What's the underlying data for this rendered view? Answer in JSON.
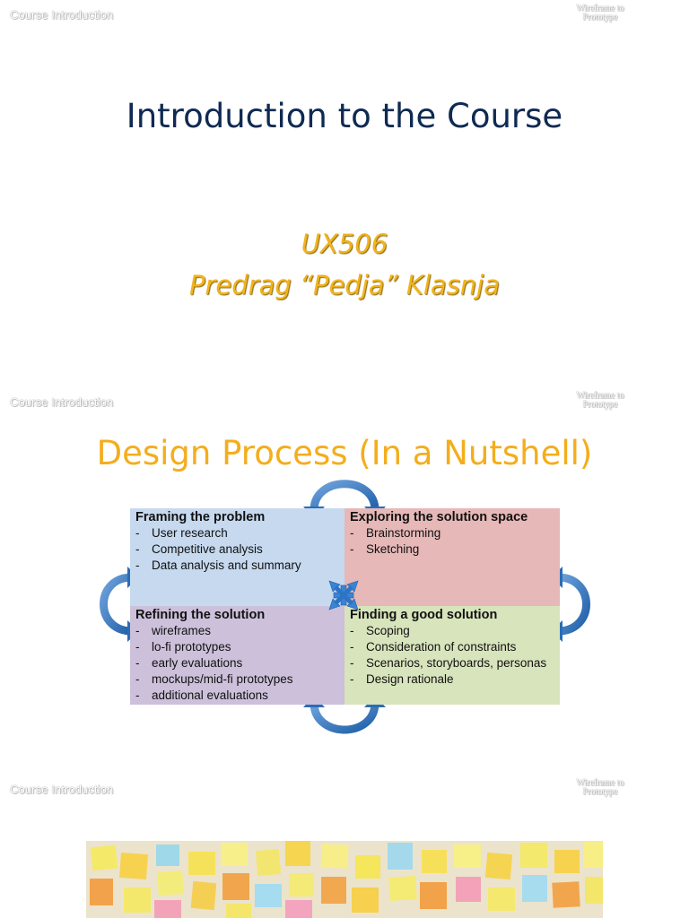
{
  "header": {
    "left_label": "Course Introduction",
    "right_label_line1": "Wireframe to",
    "right_label_line2": "Prototype"
  },
  "slide1": {
    "title": "Introduction to the Course",
    "course_code": "UX506",
    "instructor": "Predrag “Pedja” Klasnja"
  },
  "slide2": {
    "title": "Design Process (In a Nutshell)",
    "quadrants": [
      {
        "heading": "Framing the problem",
        "items": [
          "User research",
          "Competitive analysis",
          "Data analysis and summary"
        ],
        "color": "#c6d9ef"
      },
      {
        "heading": "Exploring the solution space",
        "items": [
          "Brainstorming",
          "Sketching"
        ],
        "color": "#e6b8b7"
      },
      {
        "heading": "Refining the solution",
        "items": [
          "wireframes",
          "lo-fi prototypes",
          "early evaluations",
          "mockups/mid-fi prototypes",
          "additional evaluations"
        ],
        "color": "#ccc0da"
      },
      {
        "heading": "Finding a good solution",
        "items": [
          "Scoping",
          "Consideration of constraints",
          "Scenarios, storyboards, personas",
          "Design rationale"
        ],
        "color": "#d8e4bc"
      }
    ],
    "icons": [
      "circular-arrow-icon",
      "cross-arrows-icon"
    ]
  },
  "slide3": {
    "image": "sticky-notes-photo"
  },
  "colors": {
    "title_navy": "#0f2a52",
    "accent_gold": "#f2b31c",
    "arrow_blue": "#3a78c0"
  }
}
